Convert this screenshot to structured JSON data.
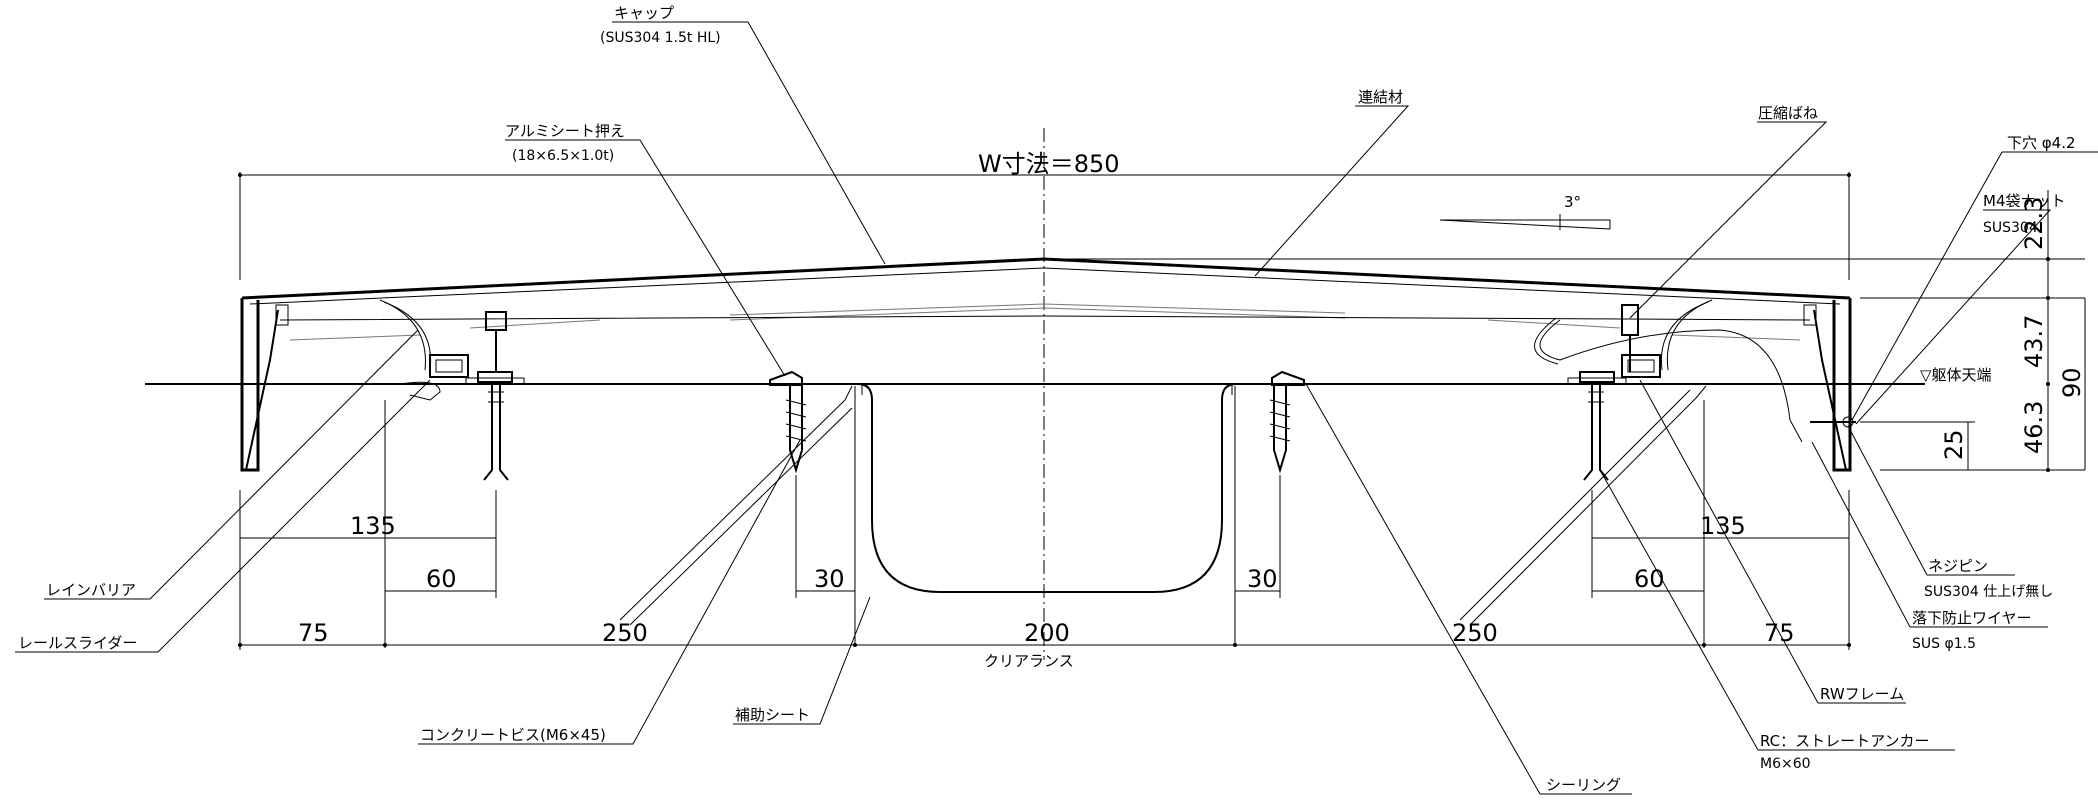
{
  "title": "W寸法＝850",
  "labels": {
    "cap": "キャップ",
    "cap_spec": "(SUS304 1.5t HL)",
    "aluminum_sheet": "アルミシート押え",
    "aluminum_sheet_spec": "(18×6.5×1.0t)",
    "connector": "連結材",
    "compression_spring": "圧縮ばね",
    "pilot_hole": "下穴 φ4.2",
    "m4_nut": "M4袋ナット",
    "m4_nut_spec": "SUS304",
    "slab_top": "▽躯体天端",
    "screw_pin": "ネジピン",
    "screw_pin_spec": "SUS304 仕上げ無し",
    "fall_wire": "落下防止ワイヤー",
    "fall_wire_spec": "SUS φ1.5",
    "rw_frame": "RWフレーム",
    "anchor": "RC：ストレートアンカー",
    "anchor_spec": "M6×60",
    "sealing": "シーリング",
    "aux_sheet": "補助シート",
    "concrete_screw": "コンクリートビス(M6×45)",
    "rail_slider": "レールスライダー",
    "rain_barrier": "レインバリア",
    "clearance": "クリアランス",
    "angle": "3°"
  },
  "dimensions": {
    "left_135": "135",
    "left_60": "60",
    "left_30": "30",
    "right_30": "30",
    "right_135": "135",
    "right_60": "60",
    "left_75": "75",
    "left_250": "250",
    "center_200": "200",
    "right_250": "250",
    "right_75": "75",
    "v_22_3": "22.3",
    "v_43_7": "43.7",
    "v_90": "90",
    "v_46_3": "46.3",
    "v_25": "25"
  }
}
